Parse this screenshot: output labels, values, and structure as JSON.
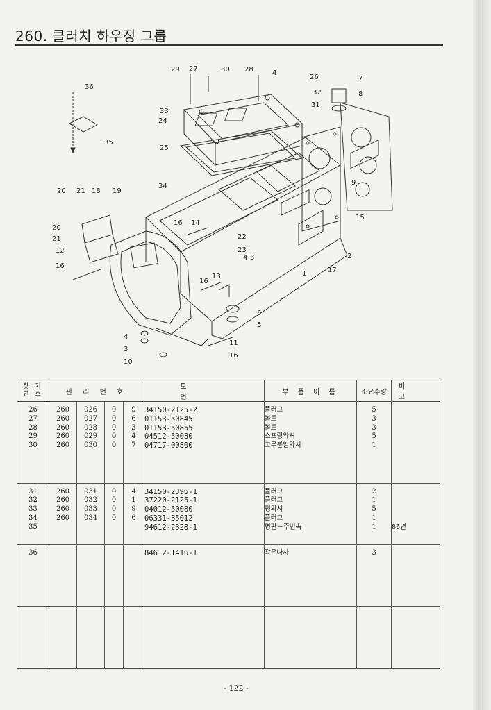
{
  "page_title": "260. 클러치 하우징 그룹",
  "diagram": {
    "callouts": [
      "36",
      "35",
      "29",
      "27",
      "30",
      "28",
      "4",
      "26",
      "32",
      "7",
      "8",
      "31",
      "33",
      "24",
      "25",
      "20",
      "21",
      "18",
      "19",
      "34",
      "16",
      "14",
      "22",
      "20",
      "21",
      "12",
      "23",
      "4",
      "3",
      "16",
      "13",
      "1",
      "17",
      "2",
      "9",
      "15",
      "16",
      "6",
      "5",
      "4",
      "3",
      "10",
      "11",
      "16"
    ]
  },
  "table": {
    "headers": {
      "item_no": "찾 기\n번 호",
      "mgmt_no": "관 리 번 호",
      "drawing_no": "도 번",
      "part_name": "부 품 이 름",
      "qty": "소요수량",
      "remarks": "비 고"
    },
    "groups": [
      {
        "item": [
          "26",
          "27",
          "28",
          "29",
          "30"
        ],
        "m1": [
          "260",
          "260",
          "260",
          "260",
          "260"
        ],
        "m2": [
          "026",
          "027",
          "028",
          "029",
          "030"
        ],
        "m3": [
          "0",
          "0",
          "0",
          "0",
          "0"
        ],
        "m4": [
          "9",
          "6",
          "3",
          "4",
          "7"
        ],
        "drawing": [
          "34150-2125-2",
          "01153-50845",
          "01153-50855",
          "04512-50080",
          "04717-00800"
        ],
        "name": [
          "플러그",
          "볼트",
          "볼트",
          "스프링와셔",
          "고무분임와셔"
        ],
        "qty": [
          "5",
          "3",
          "3",
          "5",
          "1"
        ],
        "remark": [
          "",
          "",
          "",
          "",
          ""
        ]
      },
      {
        "item": [
          "31",
          "32",
          "33",
          "34",
          "35"
        ],
        "m1": [
          "260",
          "260",
          "260",
          "260",
          ""
        ],
        "m2": [
          "031",
          "032",
          "033",
          "034",
          ""
        ],
        "m3": [
          "0",
          "0",
          "0",
          "0",
          ""
        ],
        "m4": [
          "4",
          "1",
          "9",
          "6",
          ""
        ],
        "drawing": [
          "34150-2396-1",
          "37220-2125-1",
          "04012-50080",
          "06331-35012",
          "94612-2328-1"
        ],
        "name": [
          "플러그",
          "플러그",
          "평와셔",
          "플러그",
          "명판－주번속"
        ],
        "qty": [
          "2",
          "1",
          "5",
          "1",
          "1"
        ],
        "remark": [
          "",
          "",
          "",
          "",
          "86년"
        ]
      },
      {
        "item": [
          "36"
        ],
        "m1": [
          ""
        ],
        "m2": [
          ""
        ],
        "m3": [
          ""
        ],
        "m4": [
          ""
        ],
        "drawing": [
          "84612-1416-1"
        ],
        "name": [
          "작은나사"
        ],
        "qty": [
          "3"
        ],
        "remark": [
          ""
        ]
      }
    ]
  },
  "footer": {
    "page_number": "- 122 -"
  }
}
